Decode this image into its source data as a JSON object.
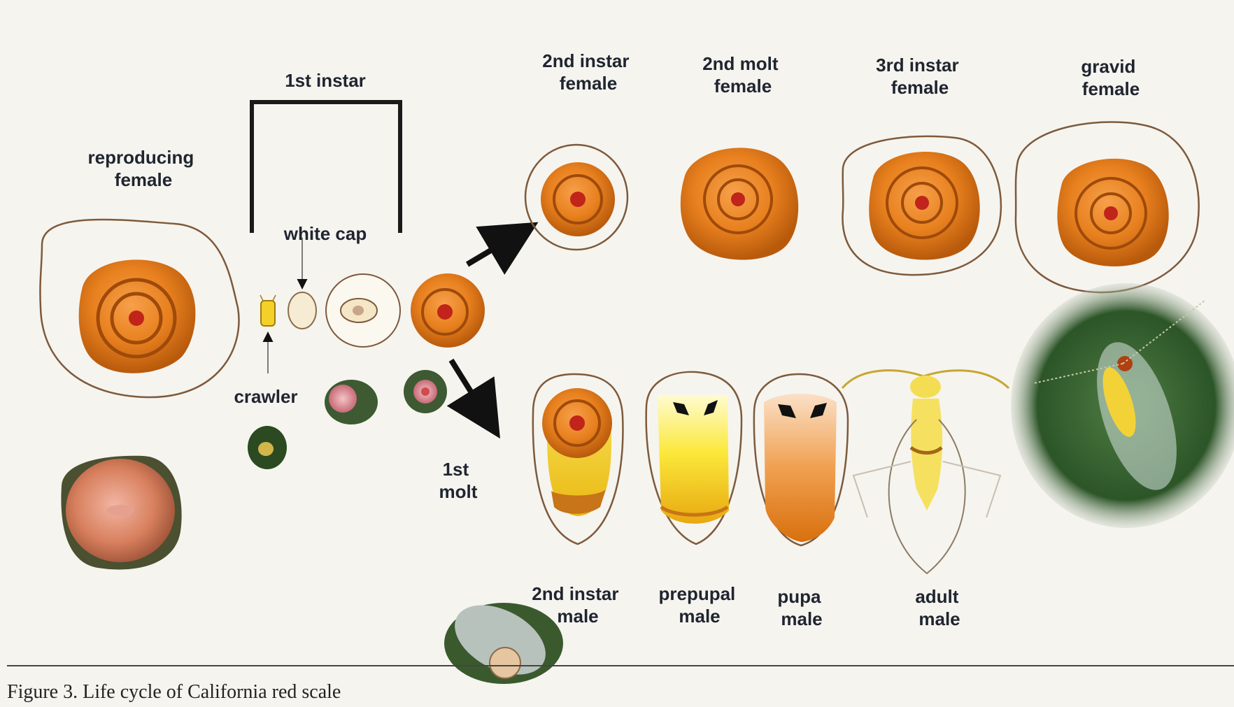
{
  "labels": {
    "first_instar": "1st instar",
    "reproducing_female": [
      "reproducing",
      "female"
    ],
    "white_cap": "white cap",
    "crawler": "crawler",
    "first_molt": [
      "1st",
      "molt"
    ],
    "second_instar_female": [
      "2nd instar",
      "female"
    ],
    "second_molt_female": [
      "2nd molt",
      "female"
    ],
    "third_instar_female": [
      "3rd instar",
      "female"
    ],
    "gravid_female": [
      "gravid",
      "female"
    ],
    "second_instar_male": [
      "2nd instar",
      "male"
    ],
    "prepupal_male": [
      "prepupal",
      "male"
    ],
    "pupa_male": [
      "pupa",
      "male"
    ],
    "adult_male": [
      "adult",
      "male"
    ]
  },
  "caption": "Figure 3. Life cycle of California red scale"
}
